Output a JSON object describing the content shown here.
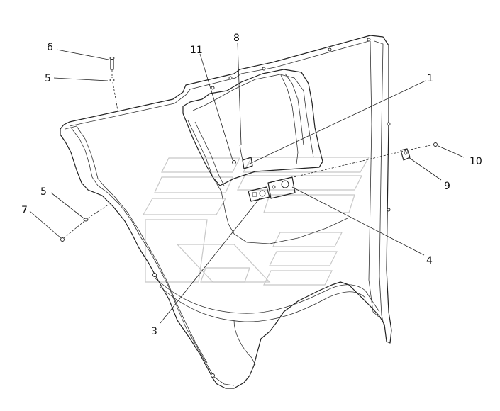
{
  "callouts": [
    {
      "id": "c1",
      "label": "1"
    },
    {
      "id": "c3",
      "label": "3"
    },
    {
      "id": "c4",
      "label": "4"
    },
    {
      "id": "c5a",
      "label": "5"
    },
    {
      "id": "c5b",
      "label": "5"
    },
    {
      "id": "c6",
      "label": "6"
    },
    {
      "id": "c7",
      "label": "7"
    },
    {
      "id": "c8",
      "label": "8"
    },
    {
      "id": "c9",
      "label": "9"
    },
    {
      "id": "c10",
      "label": "10"
    },
    {
      "id": "c11",
      "label": "11"
    }
  ],
  "watermark": {
    "icon": "watermark-logo-icon"
  },
  "colors": {
    "line": "#222222",
    "background": "#ffffff",
    "watermark": "#c8c8c8"
  }
}
